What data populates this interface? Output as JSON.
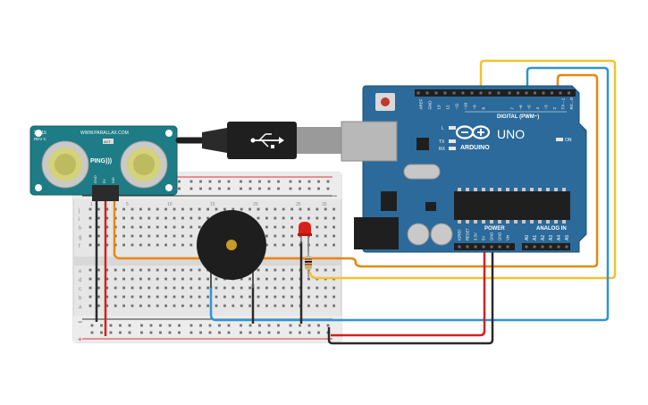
{
  "sensor": {
    "model": "28015",
    "rev": "REV C",
    "website": "WWW.PARALLAX.COM",
    "name": "PING)))",
    "act": "ACT",
    "pins": [
      "GND",
      "5V",
      "SIG"
    ]
  },
  "arduino": {
    "brand": "ARDUINO",
    "model": "UNO",
    "digital_label": "DIGITAL (PWM~)",
    "analog_label": "ANALOG IN",
    "power_label": "POWER",
    "on_label": "ON",
    "l_label": "L",
    "tx_label": "TX",
    "rx_label": "RX",
    "top_header_pins": [
      "AREF",
      "GND",
      "13",
      "12",
      "~11",
      "~10",
      "~9",
      "8",
      "7",
      "~6",
      "~5",
      "4",
      "~3",
      "2",
      "TX→1",
      "RX←0"
    ],
    "power_pins": [
      "IOREF",
      "RESET",
      "3.3V",
      "5V",
      "GND",
      "GND",
      "Vin"
    ],
    "analog_pins": [
      "A0",
      "A1",
      "A2",
      "A3",
      "A4",
      "A5"
    ]
  },
  "breadboard": {
    "row_letters_top": [
      "j",
      "i",
      "h",
      "g",
      "f"
    ],
    "row_letters_bottom": [
      "e",
      "d",
      "c",
      "b",
      "a"
    ],
    "column_numbers": [
      "1",
      "5",
      "10",
      "15",
      "20",
      "25",
      "30"
    ],
    "rail_minus": "−",
    "rail_plus": "+"
  },
  "colors": {
    "arduino_board": "#2b6a9a",
    "sensor_board": "#1d7c86",
    "wire_orange": "#e8870f",
    "wire_yellow": "#f1c232",
    "wire_blue": "#2f95d0",
    "wire_black": "#2a2a2a",
    "wire_red": "#d42020",
    "led_red": "#d8201a"
  }
}
